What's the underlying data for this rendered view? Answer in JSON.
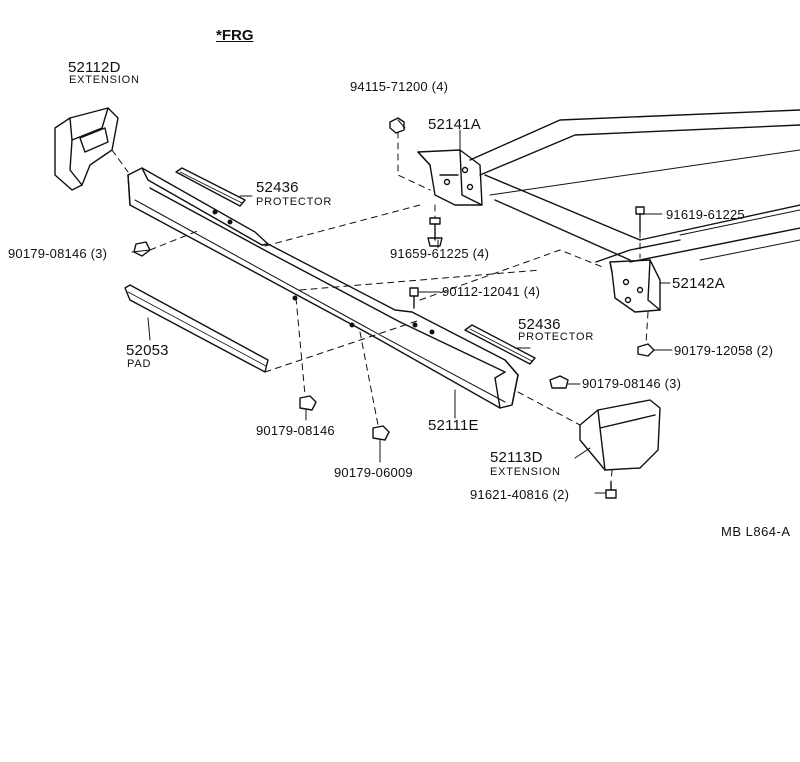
{
  "header": {
    "variant": "*FRG"
  },
  "reference": "MB  L864-A",
  "labels": {
    "p52112d": "52112D",
    "p52112d_sub": "EXTENSION",
    "p94115": "94115-71200 (4)",
    "p52141a": "52141A",
    "p52436_top": "52436",
    "p52436_top_sub": "PROTECTOR",
    "p91619": "91619-61225",
    "p90179_08146_3a": "90179-08146 (3)",
    "p91659": "91659-61225 (4)",
    "p52142a": "52142A",
    "p90112": "90112-12041 (4)",
    "p52053": "52053",
    "p52053_sub": "PAD",
    "p52436_bot": "52436",
    "p52436_bot_sub": "PROTECTOR",
    "p90179_12058": "90179-12058 (2)",
    "p90179_08146_3b": "90179-08146 (3)",
    "p90179_08146": "90179-08146",
    "p52111e": "52111E",
    "p90179_06009": "90179-06009",
    "p52113d": "52113D",
    "p52113d_sub": "EXTENSION",
    "p91621": "91621-40816 (2)"
  },
  "colors": {
    "ink": "#111111",
    "paper": "#ffffff",
    "shade": "#555555"
  }
}
